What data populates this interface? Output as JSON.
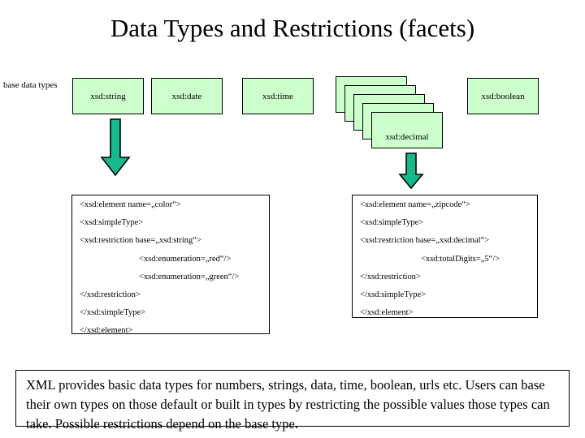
{
  "slide": {
    "title": "Data Types and Restrictions (facets)",
    "side_label": "base data types",
    "colors": {
      "box_fill": "#ccffcc",
      "box_border": "#000000",
      "arrow_fill": "#15b98c",
      "arrow_border": "#000000",
      "background": "#ffffff",
      "text": "#000000"
    }
  },
  "base_types": {
    "boxes": [
      {
        "label": "xsd:string"
      },
      {
        "label": "xsd:date"
      },
      {
        "label": "xsd:time"
      },
      {
        "label": "xsd:boolean"
      }
    ],
    "stack": {
      "label": "xsd:decimal",
      "layers": 5
    }
  },
  "arrows": [
    {
      "name": "arrow-string-to-color-example"
    },
    {
      "name": "arrow-decimal-to-zipcode-example"
    }
  ],
  "code_left": {
    "name": "color-simple-type-example",
    "lines": [
      {
        "text": "<xsd:element name=„color“>",
        "indent": false
      },
      {
        "text": "<xsd:simpleType>",
        "indent": false
      },
      {
        "text": "<xsd:restriction base=„xsd:string“>",
        "indent": false
      },
      {
        "text": "<xsd:enumeration=„red“/>",
        "indent": true
      },
      {
        "text": "<xsd:enumeration=„green“/>",
        "indent": true
      },
      {
        "text": "</xsd:restriction>",
        "indent": false
      },
      {
        "text": "</xsd:simpleType>",
        "indent": false
      },
      {
        "text": "</xsd:element>",
        "indent": false
      }
    ]
  },
  "code_right": {
    "name": "zipcode-simple-type-example",
    "lines": [
      {
        "text": "<xsd:element name=„zipcode“>",
        "indent": false
      },
      {
        "text": "<xsd:simpleType>",
        "indent": false
      },
      {
        "text": "<xsd:restriction base=„xsd:decimal“>",
        "indent": false
      },
      {
        "text": "<xsd:totalDigits=„5“/>",
        "indent": true
      },
      {
        "text": "</xsd:restriction>",
        "indent": false
      },
      {
        "text": "</xsd:simpleType>",
        "indent": false
      },
      {
        "text": "</xsd:element>",
        "indent": false
      }
    ]
  },
  "summary": {
    "text": "XML provides basic data types for numbers, strings, data, time, boolean, urls etc. Users can base their own types on those default or built in types by restricting the possible values those types can take. Possible restrictions depend on the base type."
  }
}
